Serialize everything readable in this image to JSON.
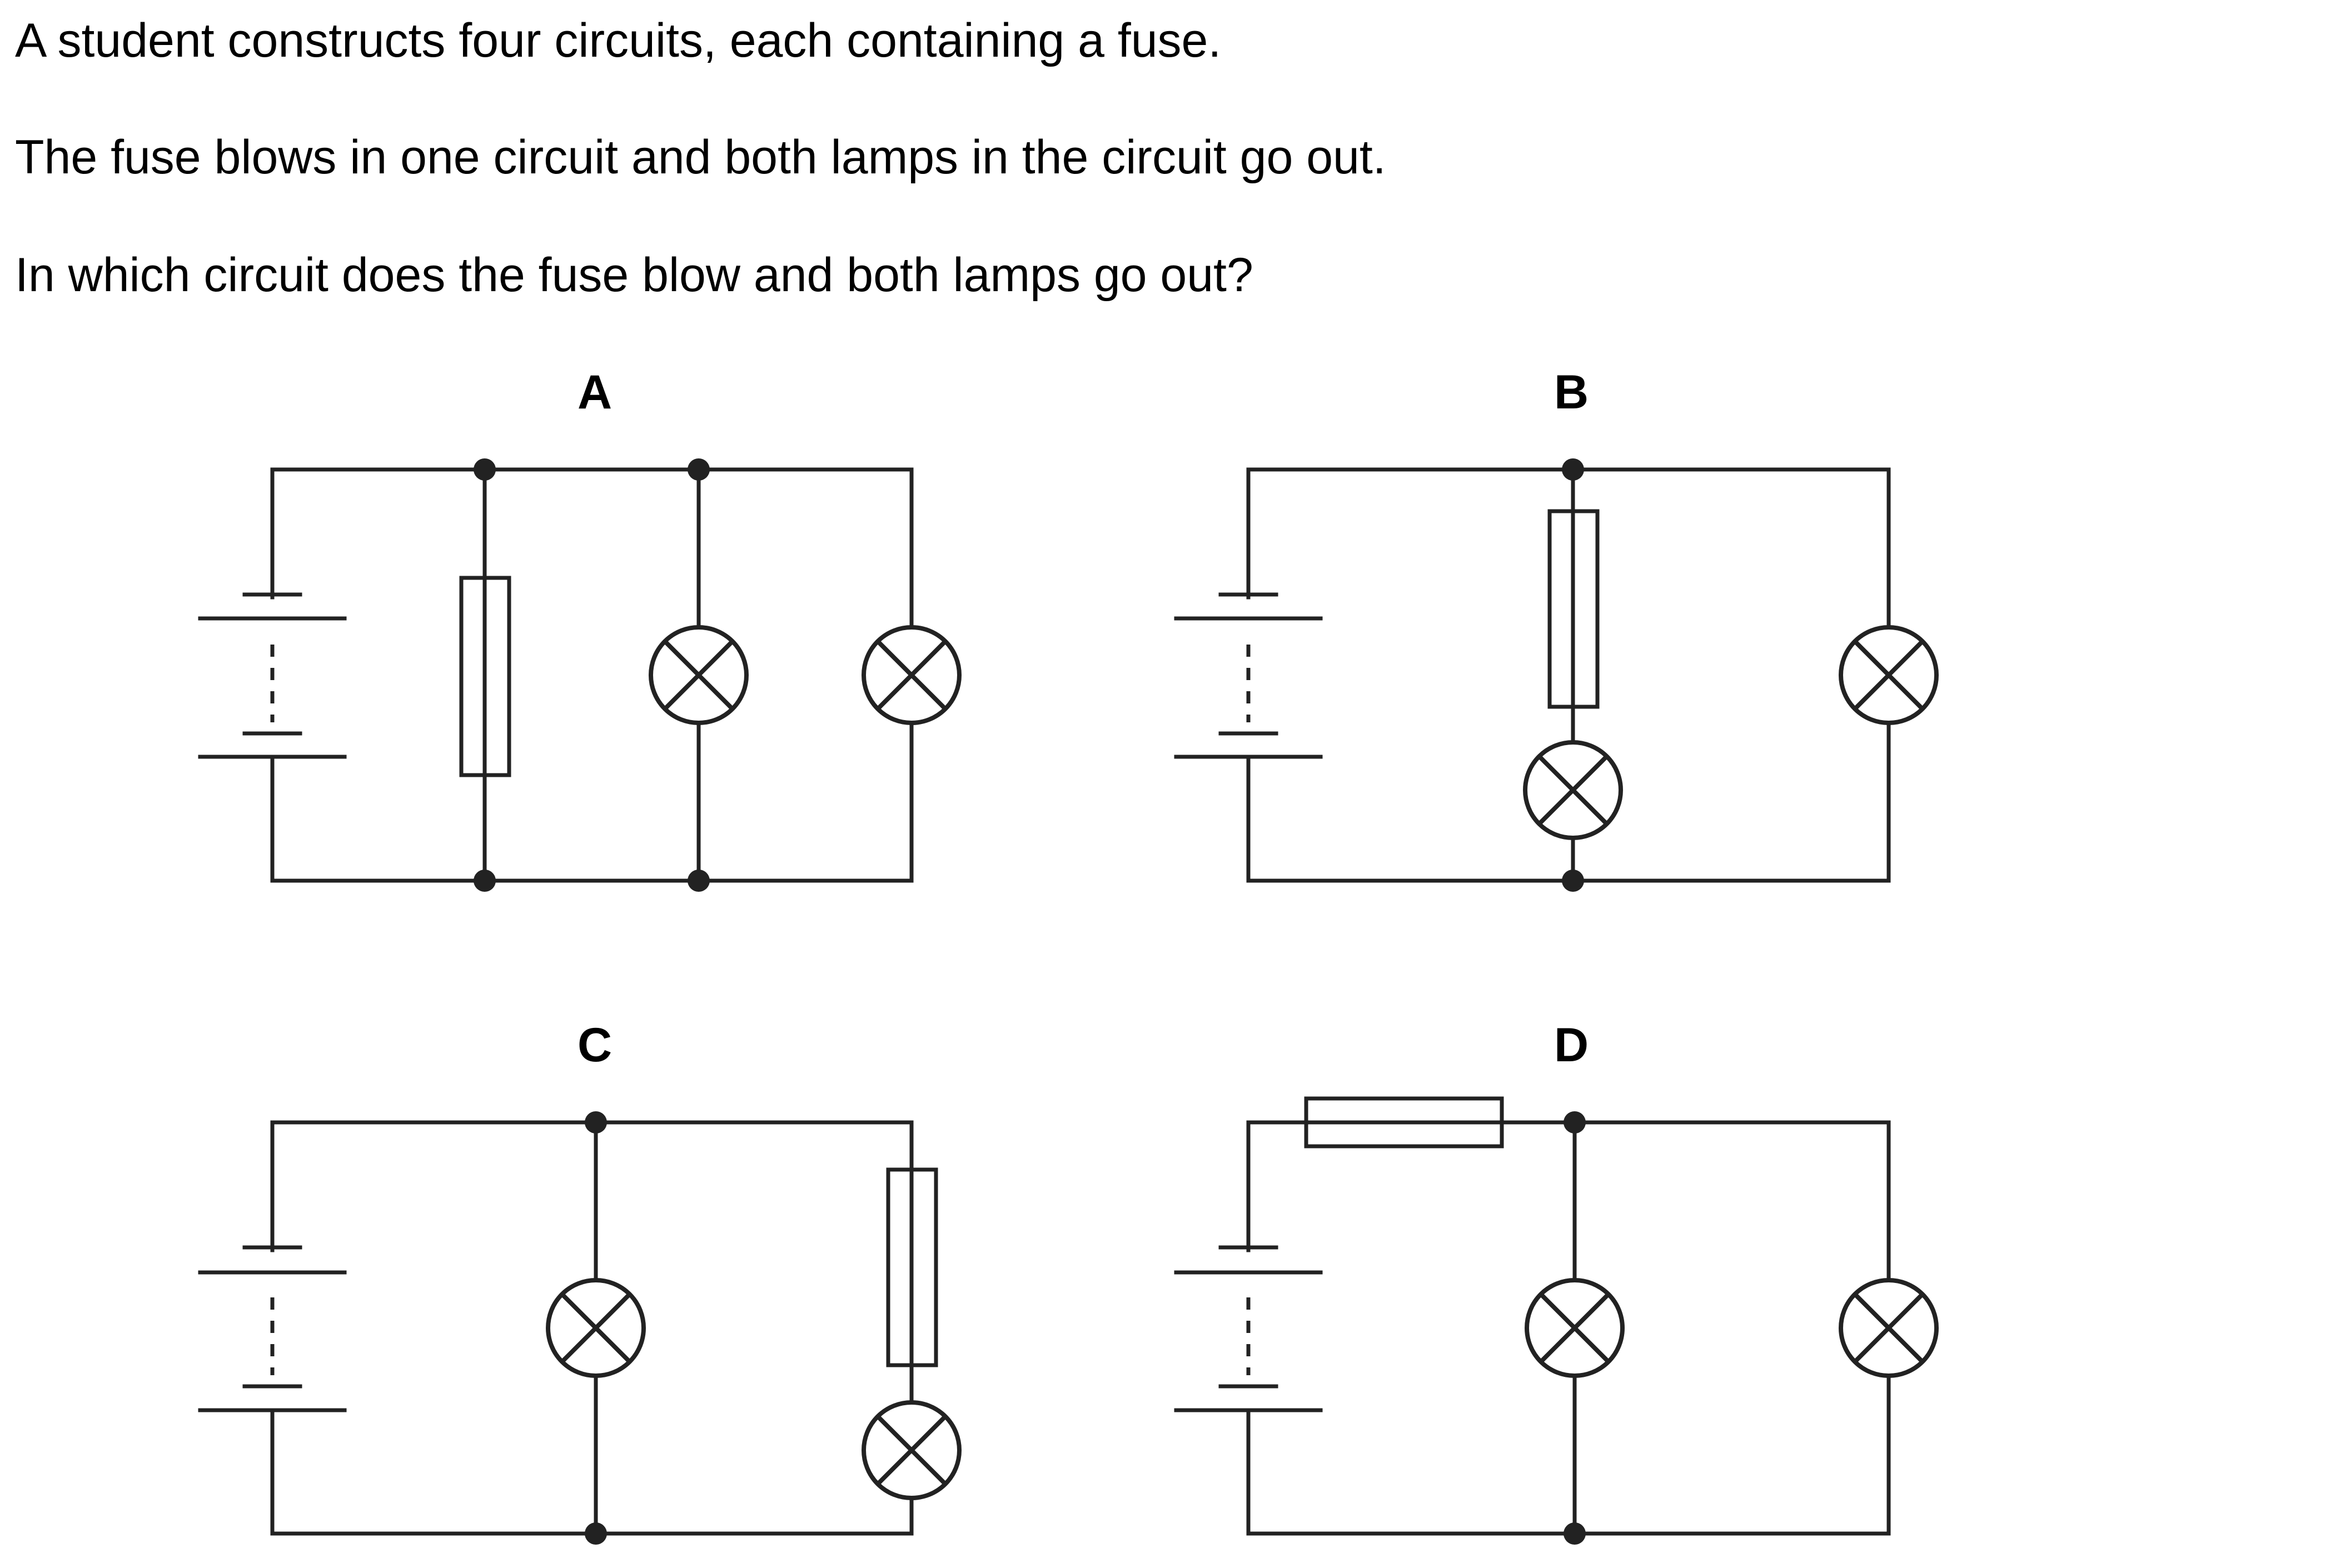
{
  "question": {
    "line1": "A student constructs four circuits, each containing a fuse.",
    "line2": "The fuse blows in one circuit and both lamps in the circuit go out.",
    "line3": "In which circuit does the fuse blow and both lamps go out?"
  },
  "circuits": [
    {
      "label": "A",
      "layout": "fuse in parallel with two lamps, each lamp in its own parallel branch"
    },
    {
      "label": "B",
      "layout": "fuse in series with one lamp in middle branch; second lamp in parallel branch"
    },
    {
      "label": "C",
      "layout": "one lamp in middle branch; fuse in series with second lamp in right branch"
    },
    {
      "label": "D",
      "layout": "fuse in main line next to cell; two lamps in parallel branches"
    }
  ],
  "colors": {
    "ink": "#222222",
    "text": "#000000",
    "background": "#ffffff"
  }
}
